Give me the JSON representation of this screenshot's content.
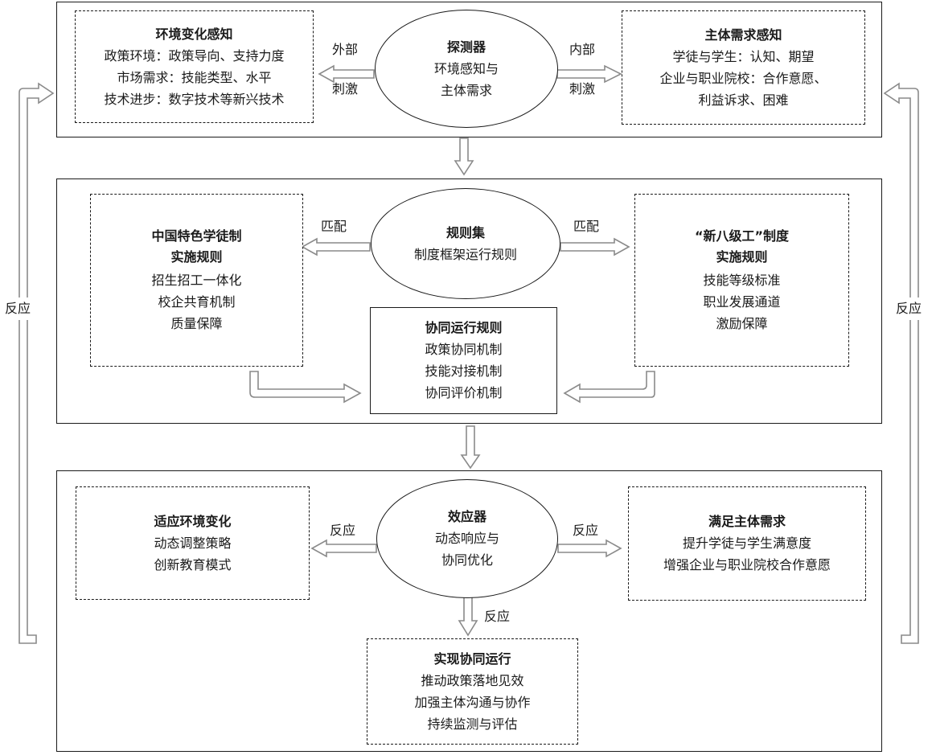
{
  "top": {
    "left_box": {
      "title": "环境变化感知",
      "lines": [
        "政策环境：政策导向、支持力度",
        "市场需求：技能类型、水平",
        "技术进步：数字技术等新兴技术"
      ]
    },
    "center": {
      "title": "探测器",
      "lines": [
        "环境感知与",
        "主体需求"
      ]
    },
    "right_box": {
      "title": "主体需求感知",
      "lines": [
        "学徒与学生：认知、期望",
        "企业与职业院校：合作意愿、",
        "利益诉求、困难"
      ]
    },
    "left_arrow_label": [
      "外部",
      "刺激"
    ],
    "right_arrow_label": [
      "内部",
      "刺激"
    ]
  },
  "middle": {
    "left_box": {
      "title_lines": [
        "中国特色学徒制",
        "实施规则"
      ],
      "lines": [
        "招生招工一体化",
        "校企共育机制",
        "质量保障"
      ]
    },
    "center": {
      "title": "规则集",
      "lines": [
        "制度框架运行规则"
      ]
    },
    "right_box": {
      "title_lines": [
        "“新八级工”制度",
        "实施规则"
      ],
      "lines": [
        "技能等级标准",
        "职业发展通道",
        "激励保障"
      ]
    },
    "bottom_box": {
      "title": "协同运行规则",
      "lines": [
        "政策协同机制",
        "技能对接机制",
        "协同评价机制"
      ]
    },
    "left_arrow_label": "匹配",
    "right_arrow_label": "匹配"
  },
  "bottom": {
    "left_box": {
      "title": "适应环境变化",
      "lines": [
        "动态调整策略",
        "创新教育模式"
      ]
    },
    "center": {
      "title": "效应器",
      "lines": [
        "动态响应与",
        "协同优化"
      ]
    },
    "right_box": {
      "title": "满足主体需求",
      "lines": [
        "提升学徒与学生满意度",
        "增强企业与职业院校合作意愿"
      ]
    },
    "bottom_box": {
      "title": "实现协同运行",
      "lines": [
        "推动政策落地见效",
        "加强主体沟通与协作",
        "持续监测与评估"
      ]
    },
    "left_arrow_label": "反应",
    "right_arrow_label": "反应",
    "down_arrow_label": "反应"
  },
  "side": {
    "left_label": "反应",
    "right_label": "反应"
  },
  "colors": {
    "line": "#1a1a1a",
    "arrow_outline": "#8a8a8a",
    "background": "#ffffff"
  }
}
